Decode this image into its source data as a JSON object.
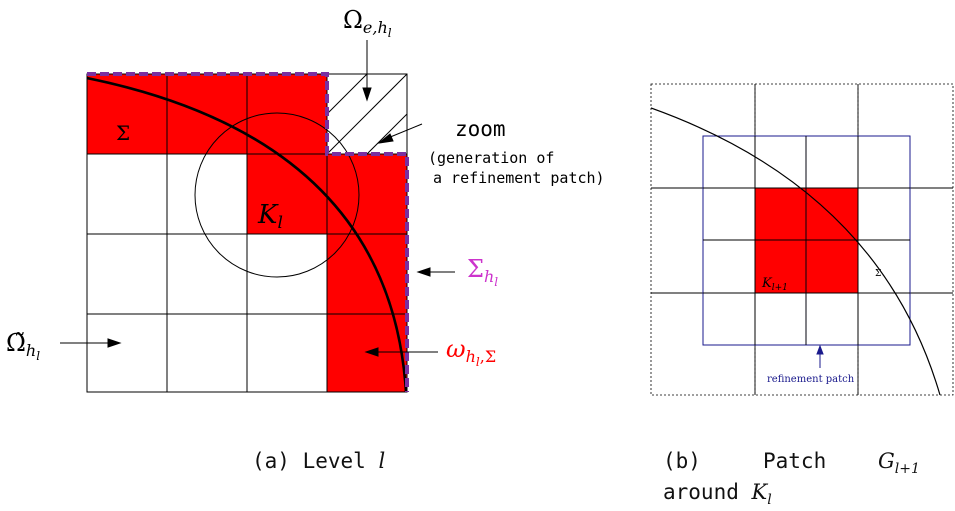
{
  "panel_a": {
    "labels": {
      "sigma": "Σ",
      "K": "K",
      "K_sub": "l",
      "omega_e": "Ω",
      "omega_e_sub": "e,h",
      "omega_e_subsub": "l",
      "zoom": "zoom",
      "zoom_note_line1": "(generation of",
      "zoom_note_line2": "a refinement patch)",
      "sigma_h": "Σ",
      "sigma_h_sub": "h",
      "sigma_h_subsub": "l",
      "omega_tilde": "Ω̃",
      "omega_tilde_sub": "h",
      "omega_tilde_subsub": "l",
      "omega_hs": "ω",
      "omega_hs_sub": "h",
      "omega_hs_subsub": "l",
      "omega_hs_sub2": ",Σ"
    },
    "caption": {
      "prefix": "(a) Level ",
      "var": "l"
    },
    "colors": {
      "fill": "#ff0000",
      "dashed_boundary": "#7a2fa0",
      "sigma_h_label": "#cc33cc",
      "omega_label": "#ff0000"
    }
  },
  "panel_b": {
    "labels": {
      "K": "K",
      "K_sub": "l+1",
      "sigma": "Σ",
      "patch": "refinement patch"
    },
    "caption": {
      "line1_a": "(b)",
      "line1_b": "Patch",
      "line1_var": "G",
      "line1_sub": "l+1",
      "line2_a": "around ",
      "line2_var": "K",
      "line2_sub": "l"
    },
    "colors": {
      "fill": "#ff0000",
      "patch": "#1a1a8c"
    }
  }
}
